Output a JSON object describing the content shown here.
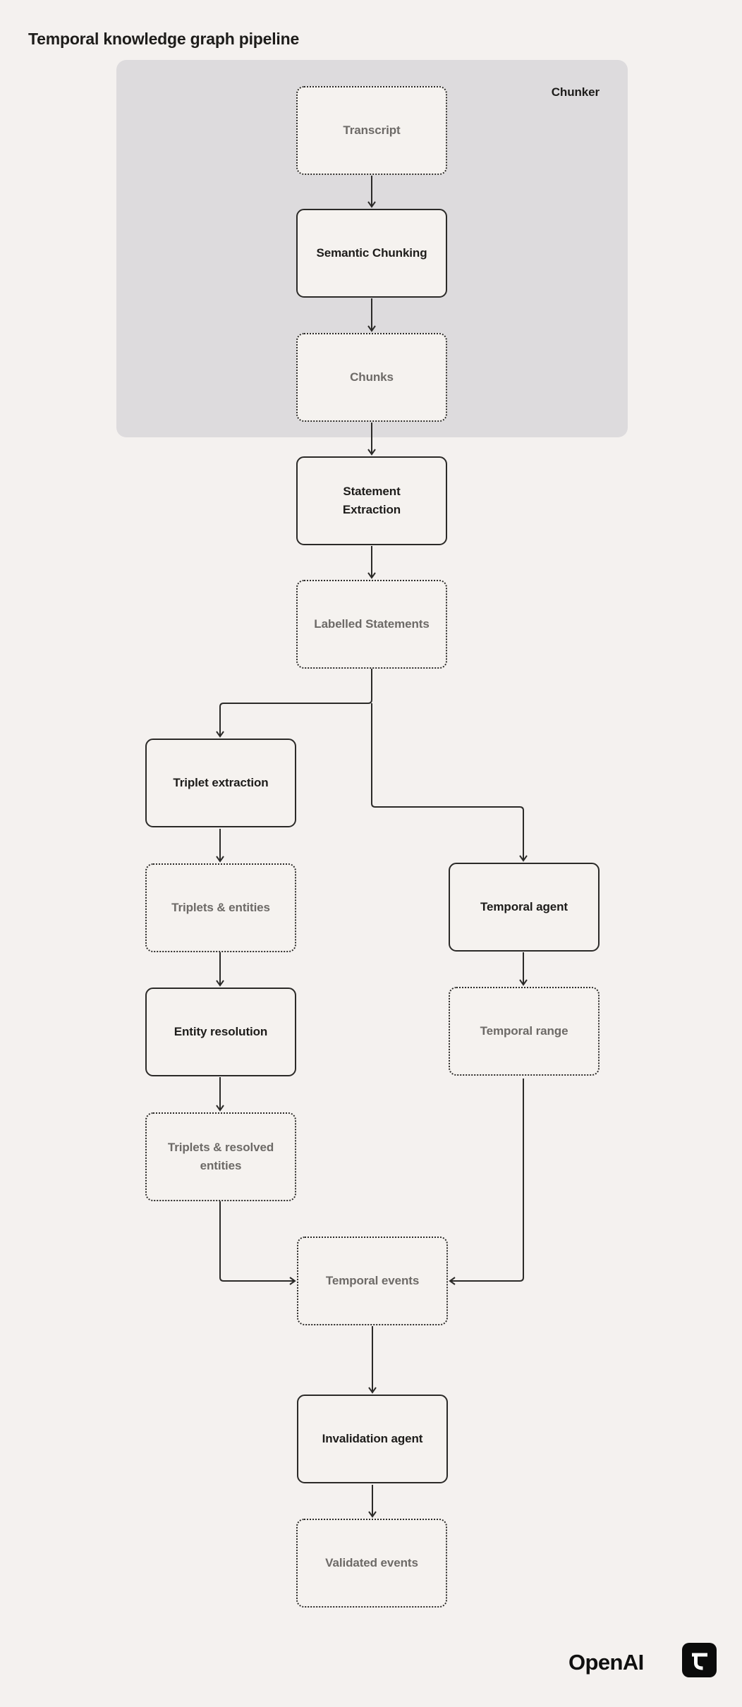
{
  "page_title": "Temporal knowledge graph pipeline",
  "group": {
    "label": "Chunker"
  },
  "nodes": [
    {
      "id": "transcript",
      "label": "Transcript",
      "kind": "artifact"
    },
    {
      "id": "semantic-chunking",
      "label": "Semantic Chunking",
      "kind": "process"
    },
    {
      "id": "chunks",
      "label": "Chunks",
      "kind": "artifact"
    },
    {
      "id": "statement-extraction",
      "label": "Statement Extraction",
      "kind": "process"
    },
    {
      "id": "labelled-statements",
      "label": "Labelled Statements",
      "kind": "artifact"
    },
    {
      "id": "triplet-extraction",
      "label": "Triplet extraction",
      "kind": "process"
    },
    {
      "id": "triplets-entities",
      "label": "Triplets & entities",
      "kind": "artifact"
    },
    {
      "id": "entity-resolution",
      "label": "Entity resolution",
      "kind": "process"
    },
    {
      "id": "triplets-resolved",
      "label": "Triplets & resolved entities",
      "kind": "artifact"
    },
    {
      "id": "temporal-agent",
      "label": "Temporal agent",
      "kind": "process"
    },
    {
      "id": "temporal-range",
      "label": "Temporal range",
      "kind": "artifact"
    },
    {
      "id": "temporal-events",
      "label": "Temporal events",
      "kind": "artifact"
    },
    {
      "id": "invalidation-agent",
      "label": "Invalidation agent",
      "kind": "process"
    },
    {
      "id": "validated-events",
      "label": "Validated events",
      "kind": "artifact"
    }
  ],
  "footer": {
    "brand": "OpenAI",
    "badge_glyph": "t"
  },
  "colors": {
    "background": "#f4f1ef",
    "panel": "#dddbdd",
    "node_fill": "#f5f2ef",
    "stroke": "#2b2a28",
    "text_dark": "#1d1c1a",
    "text_muted": "#6d6a67",
    "badge_bg": "#0b0b0b",
    "badge_glyph": "#ffffff"
  }
}
